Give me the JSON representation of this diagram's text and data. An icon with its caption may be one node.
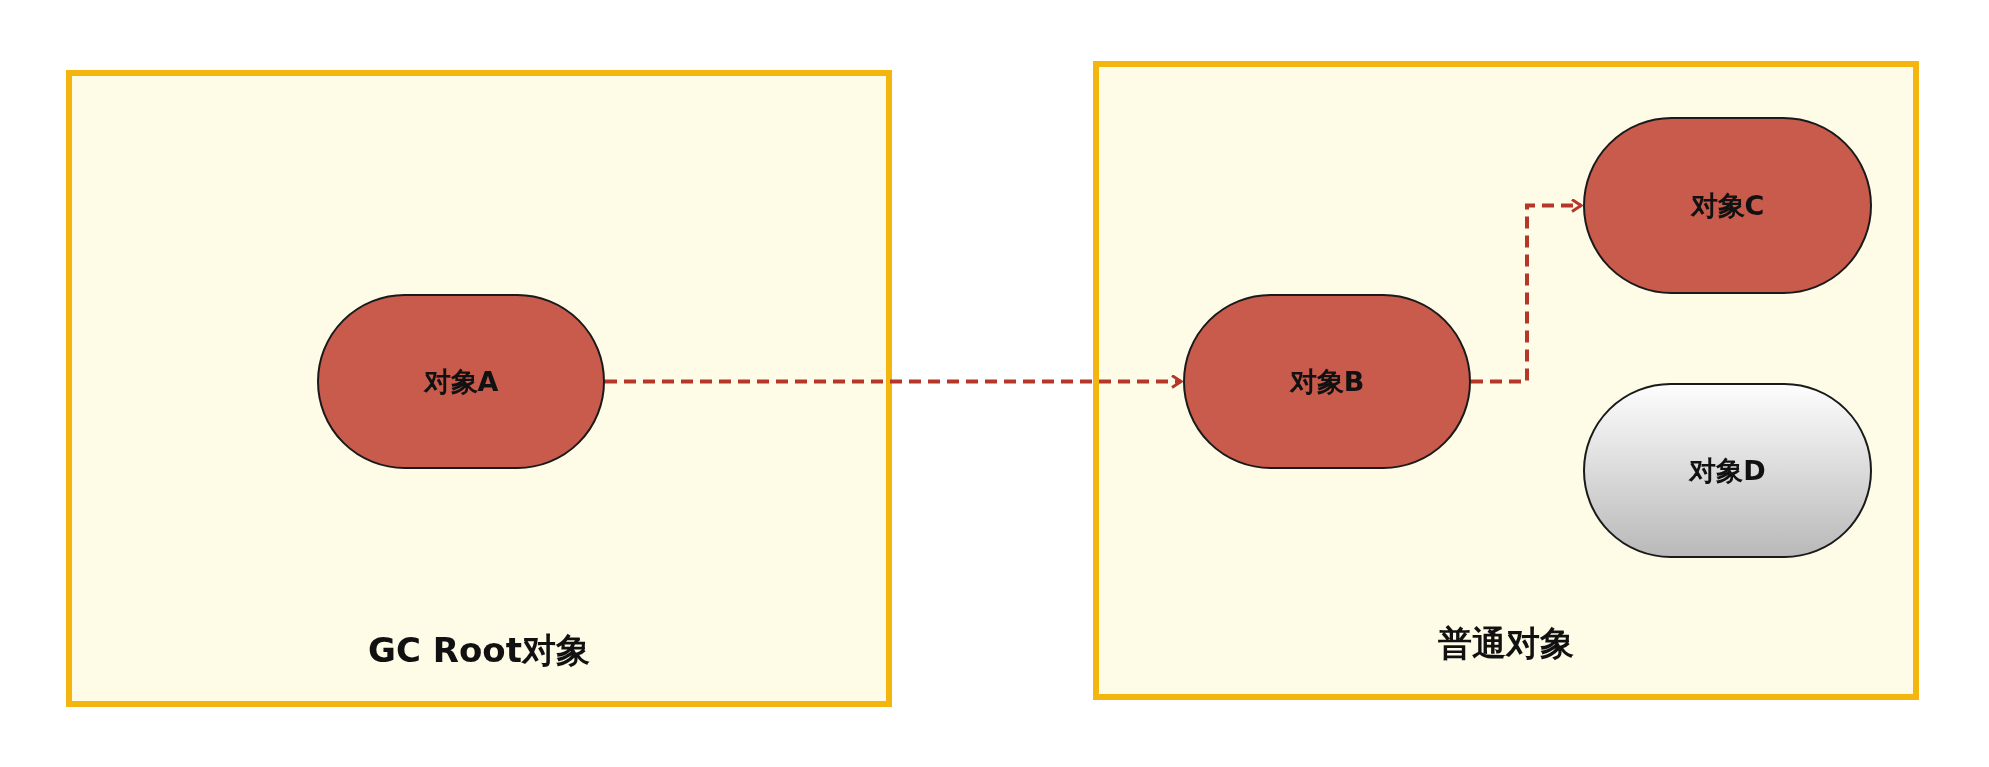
{
  "diagram": {
    "nodes": [
      {
        "text": [
          "GC Root对象"
        ]
      },
      {
        "text": [
          "对象A"
        ],
        "in": 0
      },
      {
        "text": [
          "普通对象"
        ]
      },
      {
        "text": [
          "对象B"
        ],
        "in": 2
      },
      {
        "text": [
          "对象C"
        ],
        "in": 2
      },
      {
        "text": [
          "对象D"
        ],
        "in": 2
      }
    ],
    "edges": [
      {
        "from": 1,
        "to": 3,
        "arrow": "to",
        "style": "dashed"
      },
      {
        "from": 3,
        "to": 4,
        "arrow": "to",
        "style": "dashed"
      }
    ]
  }
}
